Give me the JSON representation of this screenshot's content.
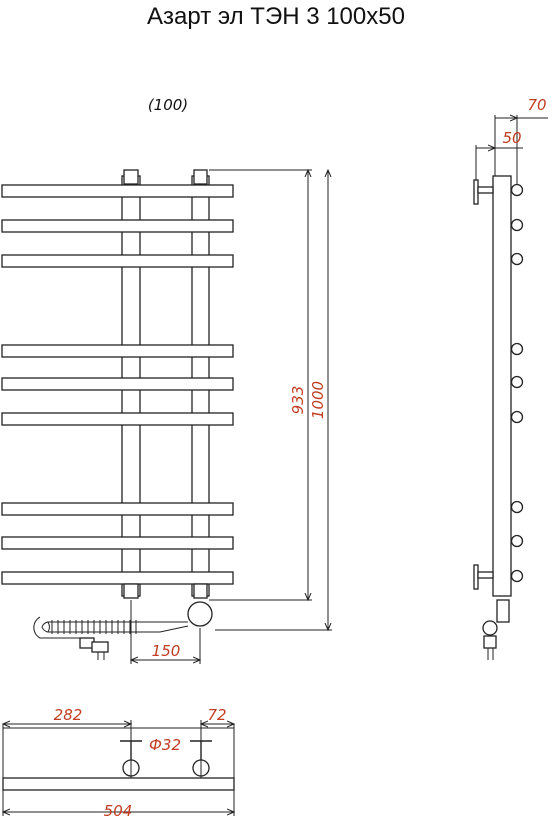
{
  "title": "Азарт эл ТЭН 3 100х50",
  "colors": {
    "dimension_text": "#c23b22",
    "line": "#222222",
    "background": "#ffffff"
  },
  "labels": {
    "note_100": "(100)",
    "dim_933": "933",
    "dim_1000": "1000",
    "dim_150": "150",
    "dim_70": "70",
    "dim_50": "50",
    "dim_282": "282",
    "dim_72": "72",
    "dim_d32": "Ф32",
    "dim_504": "504"
  }
}
